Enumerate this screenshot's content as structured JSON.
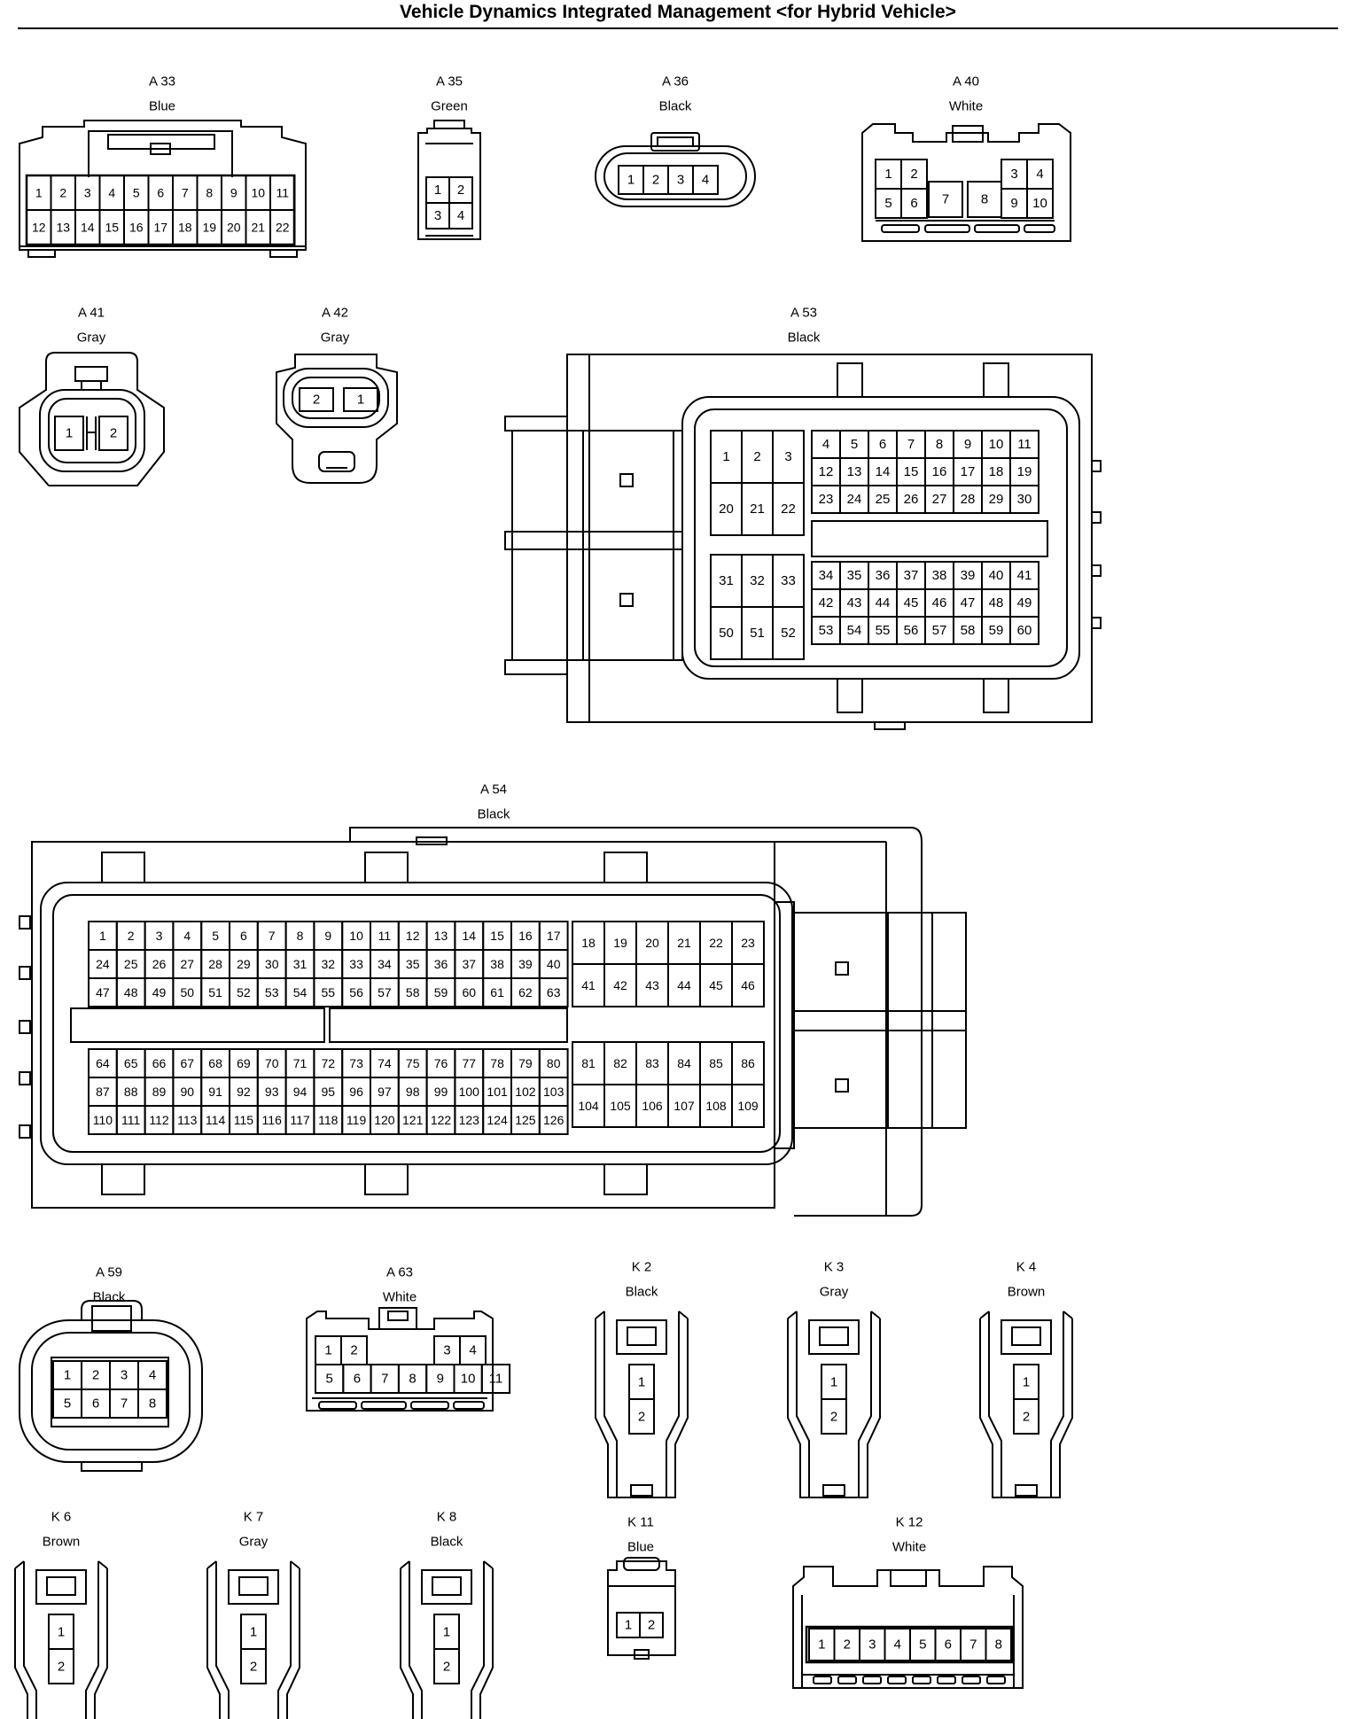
{
  "page": {
    "title": "Vehicle Dynamics Integrated Management <for Hybrid Vehicle>"
  },
  "connectors": [
    {
      "id": "A 33",
      "color": "Blue"
    },
    {
      "id": "A 35",
      "color": "Green"
    },
    {
      "id": "A 36",
      "color": "Black"
    },
    {
      "id": "A 40",
      "color": "White"
    },
    {
      "id": "A 41",
      "color": "Gray"
    },
    {
      "id": "A 42",
      "color": "Gray"
    },
    {
      "id": "A 53",
      "color": "Black"
    },
    {
      "id": "A 54",
      "color": "Black"
    },
    {
      "id": "A 59",
      "color": "Black"
    },
    {
      "id": "A 63",
      "color": "White"
    },
    {
      "id": "K 2",
      "color": "Black"
    },
    {
      "id": "K 3",
      "color": "Gray"
    },
    {
      "id": "K 4",
      "color": "Brown"
    },
    {
      "id": "K 6",
      "color": "Brown"
    },
    {
      "id": "K 7",
      "color": "Gray"
    },
    {
      "id": "K 8",
      "color": "Black"
    },
    {
      "id": "K 11",
      "color": "Blue"
    },
    {
      "id": "K 12",
      "color": "White"
    }
  ]
}
